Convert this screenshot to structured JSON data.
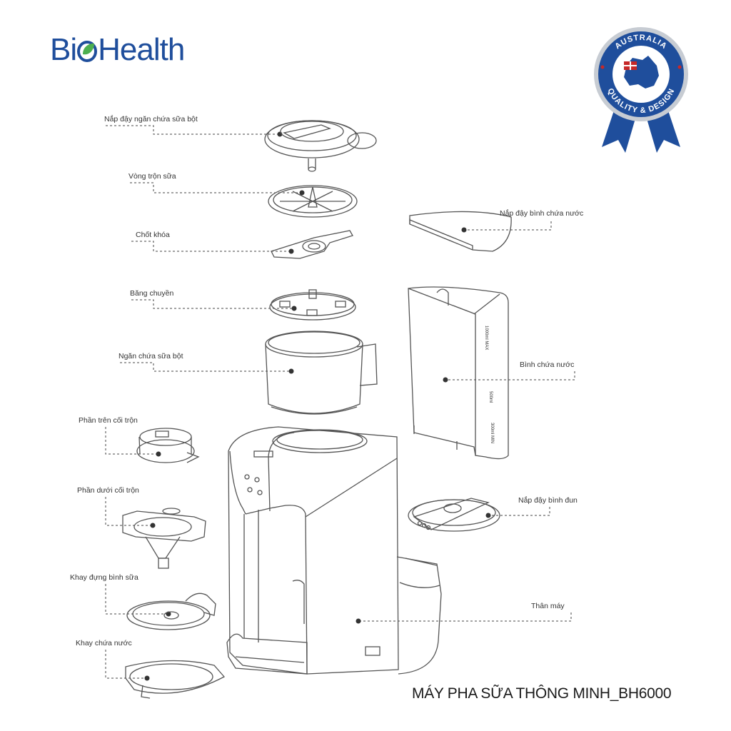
{
  "brand": {
    "name_prefix": "Bi",
    "name_suffix": "Health",
    "color": "#1f4e9c",
    "leaf_color": "#4caf50"
  },
  "badge": {
    "top_text": "AUSTRALIA",
    "bottom_text": "QUALITY & DESIGN",
    "color": "#1f4e9c"
  },
  "labels": {
    "nap_day_ngan_sua": "Nắp đậy ngăn chứa sữa bột",
    "vong_tron_sua": "Vòng trộn sữa",
    "chot_khoa": "Chốt khóa",
    "bang_chuyen": "Băng chuyền",
    "ngan_chua_sua": "Ngăn chứa sữa bột",
    "phan_tren_coi": "Phần trên cối trộn",
    "phan_duoi_coi": "Phần dưới cối trộn",
    "khay_dung_binh": "Khay đựng bình sữa",
    "khay_chua_nuoc": "Khay chứa nước",
    "nap_day_binh_nuoc": "Nắp đậy bình chứa nước",
    "binh_chua_nuoc": "Bình chứa nước",
    "nap_day_binh_dun": "Nắp đậy bình đun",
    "than_may": "Thân máy"
  },
  "tank_marks": {
    "max": "1000ml MAX",
    "mid": "500ml",
    "min": "300ml MIN"
  },
  "caption": "MÁY PHA SỮA THÔNG MINH_BH6000"
}
